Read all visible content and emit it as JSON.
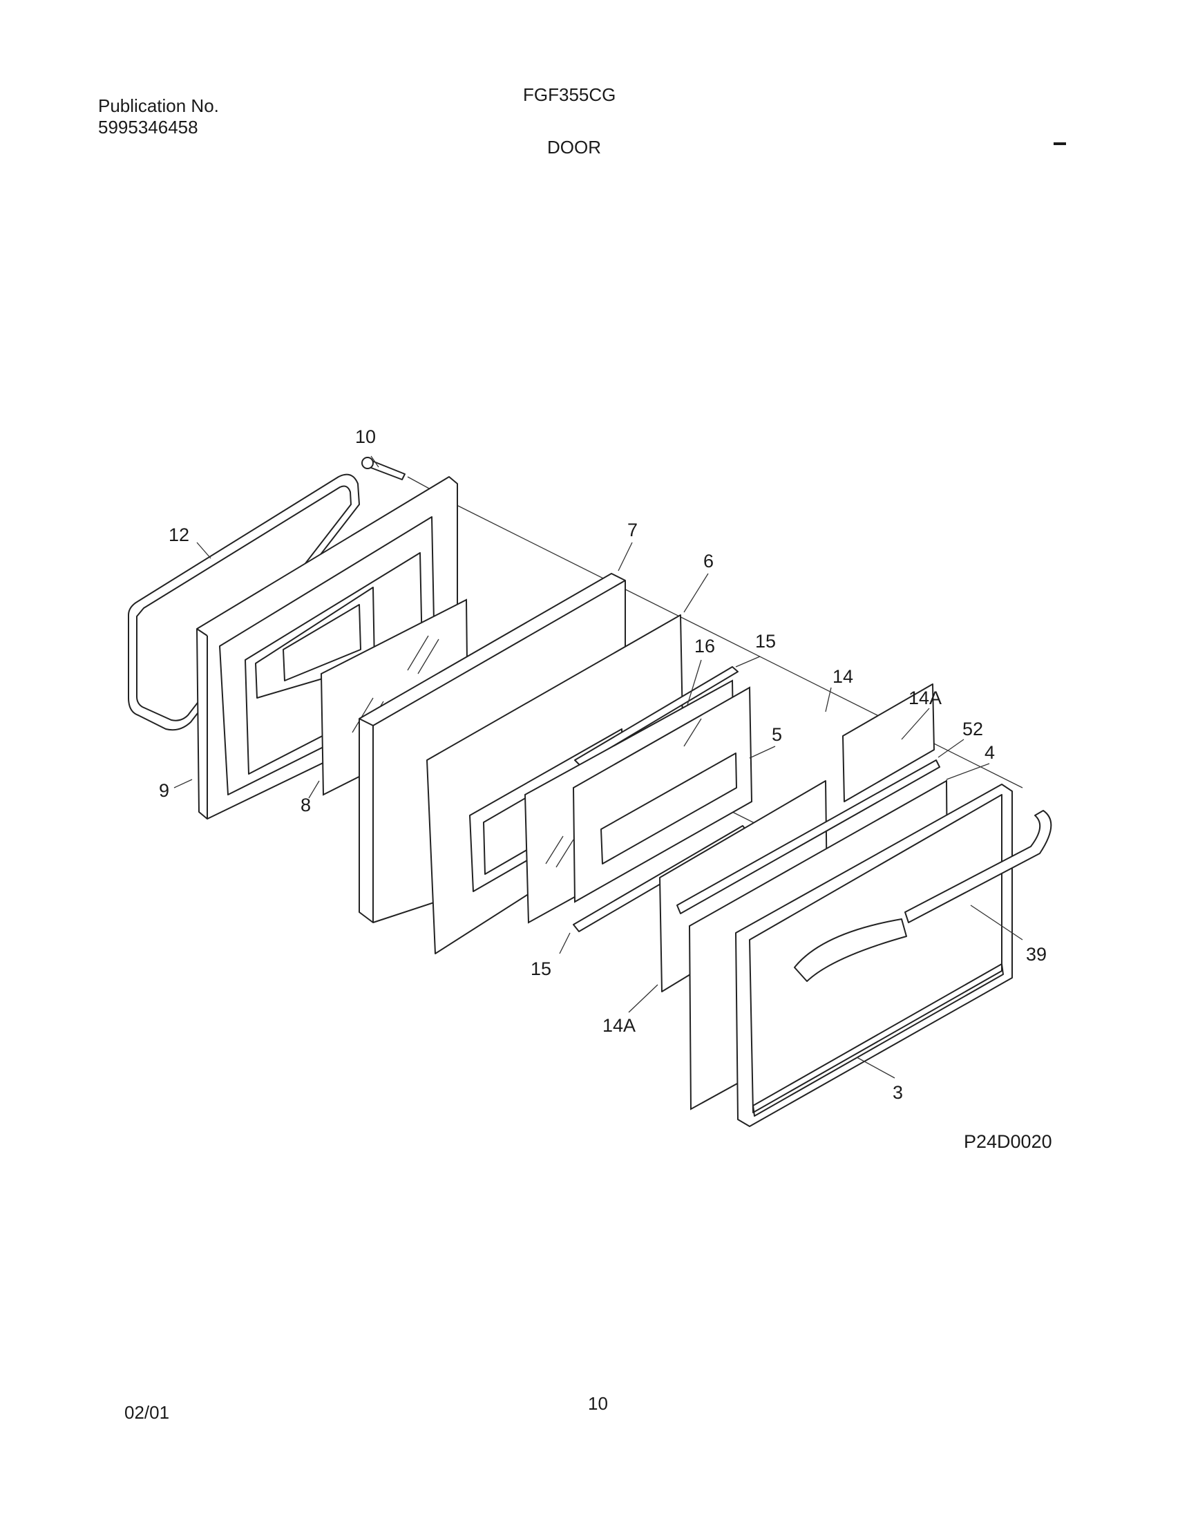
{
  "header": {
    "publication_label": "Publication No.",
    "publication_number": "5995346458",
    "model": "FGF355CG",
    "section_title": "DOOR"
  },
  "diagram": {
    "callouts": [
      "10",
      "12",
      "9",
      "8",
      "7",
      "6",
      "16",
      "15",
      "5",
      "14",
      "14A",
      "52",
      "4",
      "39",
      "3",
      "15",
      "14A"
    ],
    "drawing_number": "P24D0020"
  },
  "footer": {
    "date": "02/01",
    "page_number": "10"
  }
}
